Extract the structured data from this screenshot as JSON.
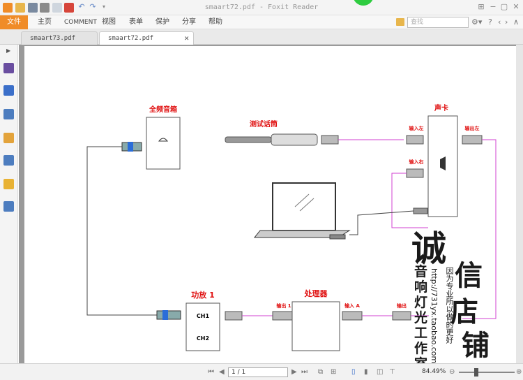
{
  "window": {
    "title": "smaart72.pdf - Foxit Reader"
  },
  "menu": {
    "file": "文件",
    "items": [
      "主页",
      "COMMENT",
      "视图",
      "表单",
      "保护",
      "分享",
      "帮助"
    ],
    "search_placeholder": "查找"
  },
  "tabs": [
    {
      "label": "smaart73.pdf"
    },
    {
      "label": "smaart72.pdf"
    }
  ],
  "diagram": {
    "speaker_label": "全频音箱",
    "mic_label": "测试话筒",
    "soundcard_label": "声卡",
    "in_left": "输入左",
    "out_left": "输出左",
    "in_right": "输入右",
    "amp_label": "功放 1",
    "ch1": "CH1",
    "ch2": "CH2",
    "processor_label": "处理器",
    "out_1": "输出 1",
    "in_a": "输入 A",
    "out": "输出"
  },
  "watermark": {
    "c1": "诚",
    "c2": "信",
    "c3": "店",
    "c4": "铺",
    "vertical_left": "音响灯光工作室",
    "vertical_mid": "http://731yx.taobao.com",
    "vertical_right": "因为专业所以做的更好"
  },
  "status": {
    "page": "1 / 1",
    "zoom": "84.49%"
  }
}
